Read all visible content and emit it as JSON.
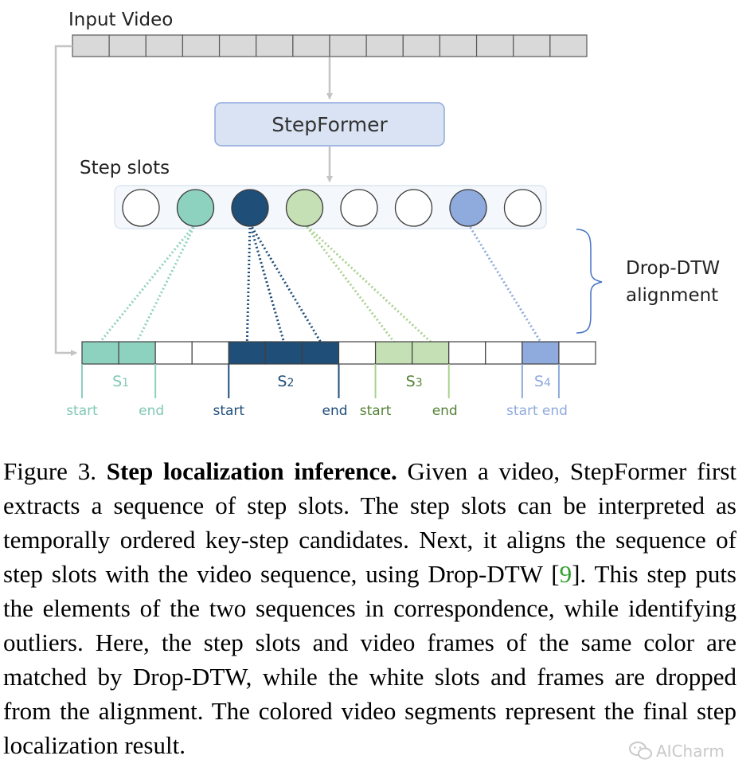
{
  "figure": {
    "input_label": "Input Video",
    "model_label": "StepFormer",
    "slots_label": "Step slots",
    "alignment_label_1": "Drop-DTW",
    "alignment_label_2": "alignment",
    "input_frame_count": 14,
    "slots": [
      {
        "fill": "#ffffff"
      },
      {
        "fill": "#8dd1bf"
      },
      {
        "fill": "#1f4e79"
      },
      {
        "fill": "#c5e0b4"
      },
      {
        "fill": "#ffffff"
      },
      {
        "fill": "#ffffff"
      },
      {
        "fill": "#8faadc"
      },
      {
        "fill": "#ffffff"
      }
    ],
    "frames": [
      "#8dd1bf",
      "#8dd1bf",
      "#ffffff",
      "#ffffff",
      "#1f4e79",
      "#1f4e79",
      "#1f4e79",
      "#ffffff",
      "#c5e0b4",
      "#c5e0b4",
      "#ffffff",
      "#ffffff",
      "#8faadc",
      "#ffffff"
    ],
    "segments": [
      {
        "name": "S1",
        "start_label": "start",
        "end_label": "end",
        "color": "#8dd1bf",
        "text_color": "#7fc8b4",
        "slot": 1,
        "frames": [
          0,
          1
        ]
      },
      {
        "name": "S2",
        "start_label": "start",
        "end_label": "end",
        "color": "#1f4e79",
        "text_color": "#1f4e79",
        "slot": 2,
        "frames": [
          4,
          5,
          6
        ]
      },
      {
        "name": "S3",
        "start_label": "start",
        "end_label": "end",
        "color": "#a9d18e",
        "text_color": "#548235",
        "slot": 3,
        "frames": [
          8,
          9
        ]
      },
      {
        "name": "S4",
        "start_label": "start",
        "end_label": "end",
        "color": "#8faadc",
        "text_color": "#8faadc",
        "slot": 6,
        "frames": [
          12
        ]
      }
    ]
  },
  "caption": {
    "figure_label": "Figure 3.",
    "title": "Step localization inference.",
    "text_1": " Given a video, StepFormer first extracts a sequence of step slots. The step slots can be interpreted as temporally ordered key-step candidates. Next, it aligns the sequence of step slots with the video sequence, using Drop-DTW [",
    "ref": "9",
    "text_2": "]. This step puts the elements of the two sequences in correspondence, while identifying outliers. Here, the step slots and video frames of the same color are matched by Drop-DTW, while the white slots and frames are dropped from the alignment. The colored video segments represent the final step localization result."
  },
  "watermark": {
    "text": "AICharm",
    "icon": "wechat-icon"
  }
}
